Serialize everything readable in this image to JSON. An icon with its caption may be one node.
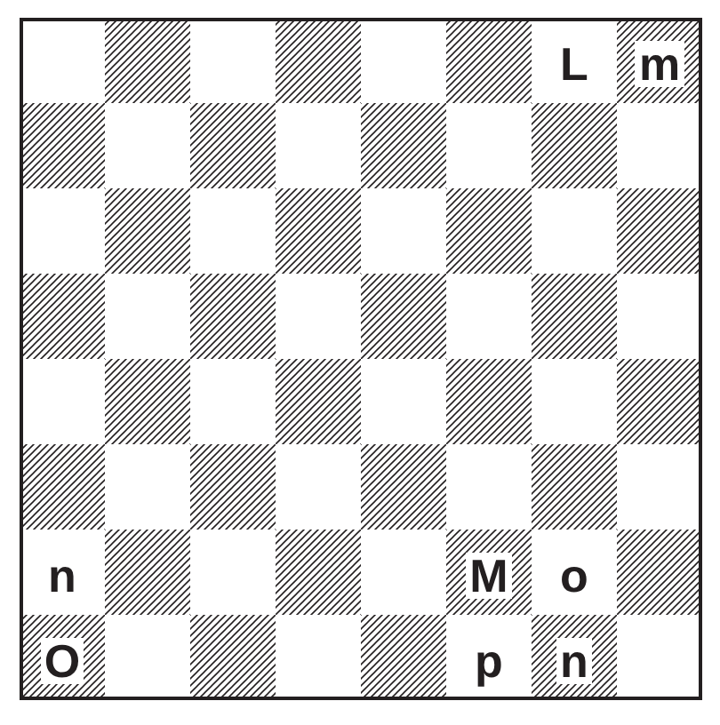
{
  "diagram": {
    "labels": [
      "L",
      "m",
      "n",
      "M",
      "o",
      "O",
      "p",
      "n"
    ]
  }
}
